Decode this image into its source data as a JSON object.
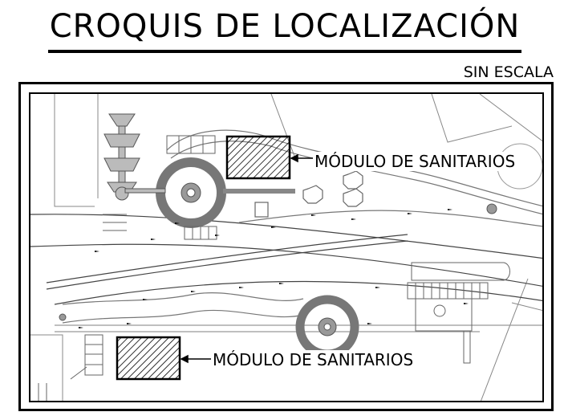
{
  "header": {
    "title": "CROQUIS DE LOCALIZACIÓN",
    "subtitle": "SIN ESCALA"
  },
  "map": {
    "labels": {
      "sanitarios_top": "MÓDULO DE SANITARIOS",
      "sanitarios_bottom": "MÓDULO DE SANITARIOS"
    }
  }
}
